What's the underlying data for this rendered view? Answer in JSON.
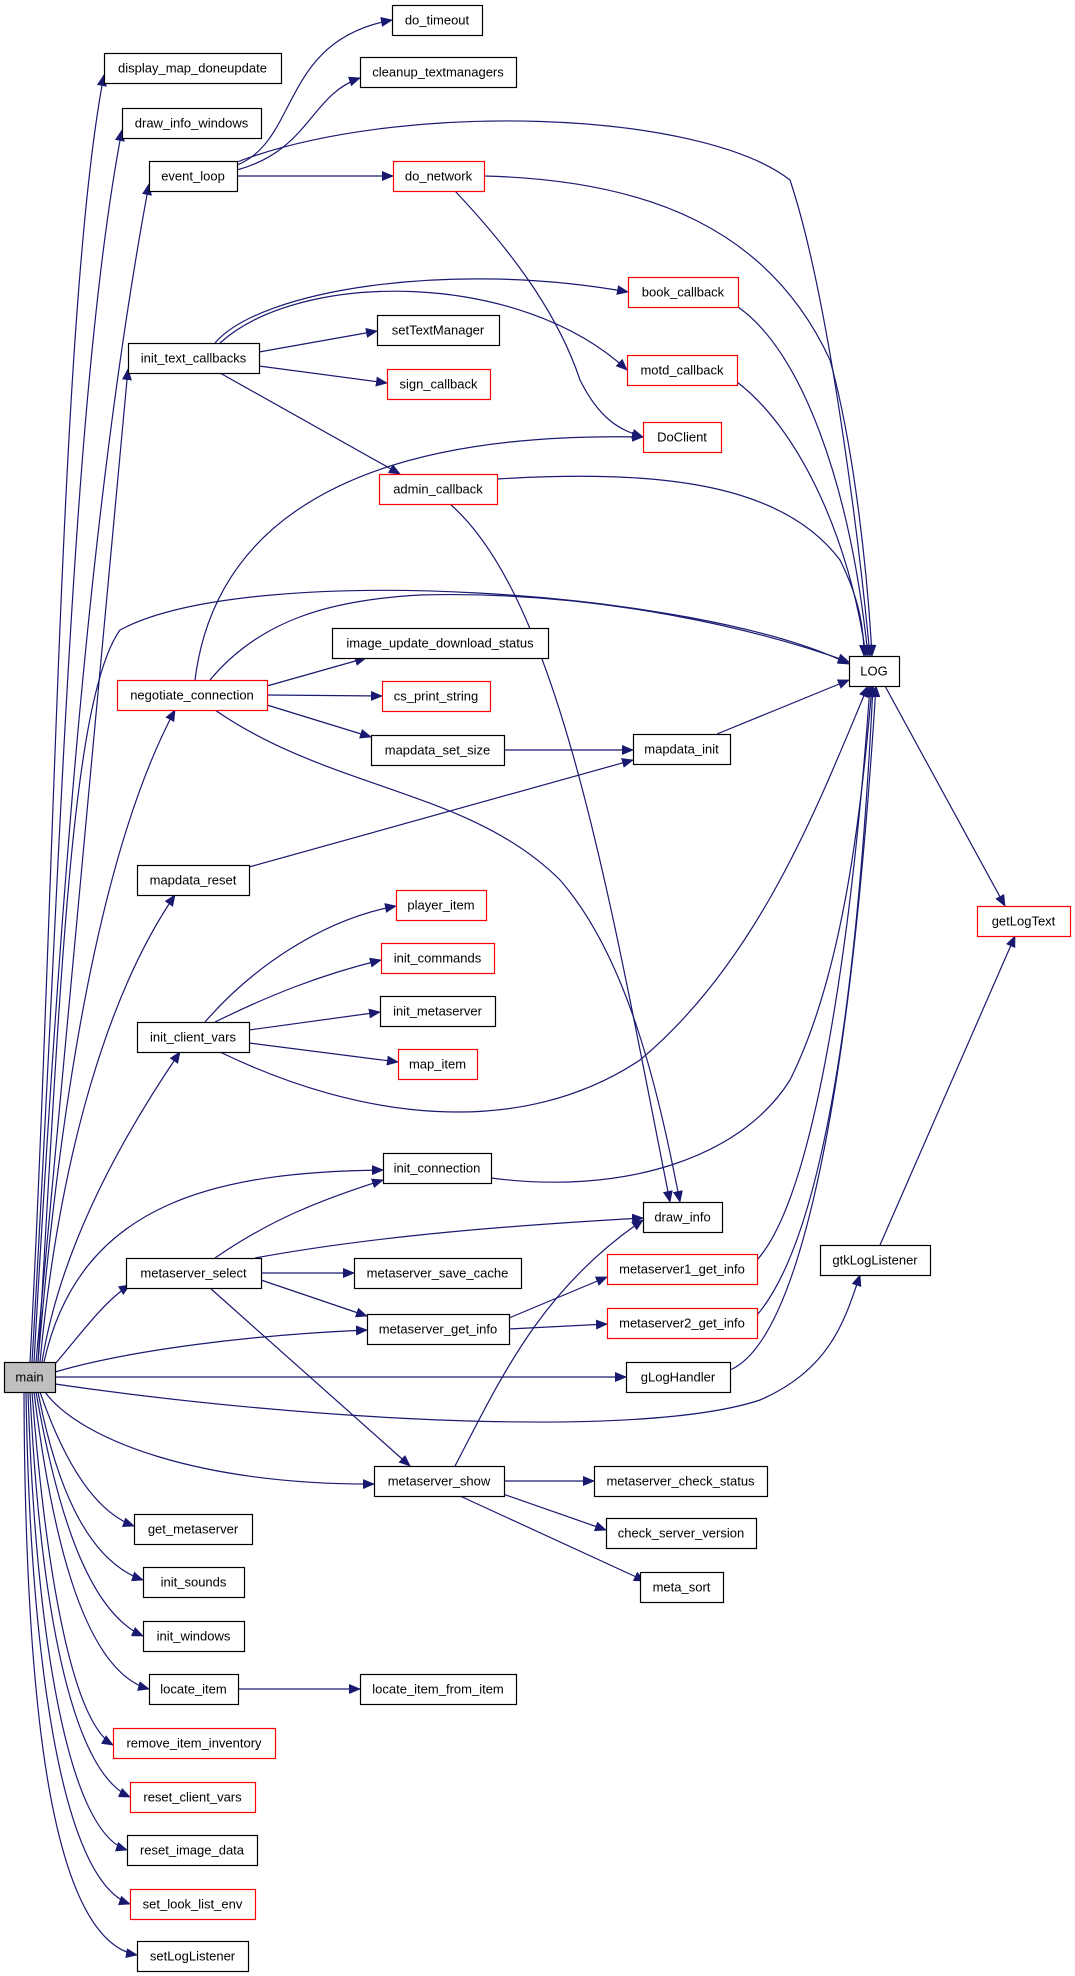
{
  "colors": {
    "edge": "#191970",
    "box_normal": "#000000",
    "box_truncated": "#ff0000",
    "box_root_fill": "#bfbfbf",
    "box_fill": "#ffffff",
    "text": "#000000"
  },
  "nodes": {
    "main": {
      "label": "main",
      "style": "root"
    },
    "display_map_doneupdate": {
      "label": "display_map_doneupdate",
      "style": "normal"
    },
    "draw_info_windows": {
      "label": "draw_info_windows",
      "style": "normal"
    },
    "event_loop": {
      "label": "event_loop",
      "style": "normal"
    },
    "do_timeout": {
      "label": "do_timeout",
      "style": "normal"
    },
    "cleanup_textmanagers": {
      "label": "cleanup_textmanagers",
      "style": "normal"
    },
    "do_network": {
      "label": "do_network",
      "style": "truncated"
    },
    "book_callback": {
      "label": "book_callback",
      "style": "truncated"
    },
    "init_text_callbacks": {
      "label": "init_text_callbacks",
      "style": "normal"
    },
    "setTextManager": {
      "label": "setTextManager",
      "style": "normal"
    },
    "motd_callback": {
      "label": "motd_callback",
      "style": "truncated"
    },
    "sign_callback": {
      "label": "sign_callback",
      "style": "truncated"
    },
    "DoClient": {
      "label": "DoClient",
      "style": "truncated"
    },
    "admin_callback": {
      "label": "admin_callback",
      "style": "truncated"
    },
    "image_update_download_status": {
      "label": "image_update_download_status",
      "style": "normal"
    },
    "LOG": {
      "label": "LOG",
      "style": "normal"
    },
    "negotiate_connection": {
      "label": "negotiate_connection",
      "style": "truncated"
    },
    "cs_print_string": {
      "label": "cs_print_string",
      "style": "truncated"
    },
    "mapdata_set_size": {
      "label": "mapdata_set_size",
      "style": "normal"
    },
    "mapdata_init": {
      "label": "mapdata_init",
      "style": "normal"
    },
    "mapdata_reset": {
      "label": "mapdata_reset",
      "style": "normal"
    },
    "getLogText": {
      "label": "getLogText",
      "style": "truncated"
    },
    "player_item": {
      "label": "player_item",
      "style": "truncated"
    },
    "init_commands": {
      "label": "init_commands",
      "style": "truncated"
    },
    "init_metaserver": {
      "label": "init_metaserver",
      "style": "normal"
    },
    "init_client_vars": {
      "label": "init_client_vars",
      "style": "normal"
    },
    "map_item": {
      "label": "map_item",
      "style": "truncated"
    },
    "init_connection": {
      "label": "init_connection",
      "style": "normal"
    },
    "draw_info": {
      "label": "draw_info",
      "style": "normal"
    },
    "gtkLogListener": {
      "label": "gtkLogListener",
      "style": "normal"
    },
    "metaserver_select": {
      "label": "metaserver_select",
      "style": "normal"
    },
    "metaserver_save_cache": {
      "label": "metaserver_save_cache",
      "style": "normal"
    },
    "metaserver1_get_info": {
      "label": "metaserver1_get_info",
      "style": "truncated"
    },
    "metaserver_get_info": {
      "label": "metaserver_get_info",
      "style": "normal"
    },
    "metaserver2_get_info": {
      "label": "metaserver2_get_info",
      "style": "truncated"
    },
    "gLogHandler": {
      "label": "gLogHandler",
      "style": "normal"
    },
    "metaserver_show": {
      "label": "metaserver_show",
      "style": "normal"
    },
    "metaserver_check_status": {
      "label": "metaserver_check_status",
      "style": "normal"
    },
    "check_server_version": {
      "label": "check_server_version",
      "style": "normal"
    },
    "get_metaserver": {
      "label": "get_metaserver",
      "style": "normal"
    },
    "meta_sort": {
      "label": "meta_sort",
      "style": "normal"
    },
    "init_sounds": {
      "label": "init_sounds",
      "style": "normal"
    },
    "init_windows": {
      "label": "init_windows",
      "style": "normal"
    },
    "locate_item": {
      "label": "locate_item",
      "style": "normal"
    },
    "locate_item_from_item": {
      "label": "locate_item_from_item",
      "style": "normal"
    },
    "remove_item_inventory": {
      "label": "remove_item_inventory",
      "style": "truncated"
    },
    "reset_client_vars": {
      "label": "reset_client_vars",
      "style": "truncated"
    },
    "reset_image_data": {
      "label": "reset_image_data",
      "style": "normal"
    },
    "set_look_list_env": {
      "label": "set_look_list_env",
      "style": "truncated"
    },
    "setLogListener": {
      "label": "setLogListener",
      "style": "normal"
    }
  },
  "edges": [
    [
      "main",
      "display_map_doneupdate"
    ],
    [
      "main",
      "draw_info_windows"
    ],
    [
      "main",
      "event_loop"
    ],
    [
      "main",
      "init_text_callbacks"
    ],
    [
      "main",
      "LOG"
    ],
    [
      "main",
      "negotiate_connection"
    ],
    [
      "main",
      "mapdata_reset"
    ],
    [
      "main",
      "init_client_vars"
    ],
    [
      "main",
      "init_connection"
    ],
    [
      "main",
      "metaserver_select"
    ],
    [
      "main",
      "metaserver_get_info"
    ],
    [
      "main",
      "gLogHandler"
    ],
    [
      "main",
      "gtkLogListener"
    ],
    [
      "main",
      "metaserver_show"
    ],
    [
      "main",
      "get_metaserver"
    ],
    [
      "main",
      "init_sounds"
    ],
    [
      "main",
      "init_windows"
    ],
    [
      "main",
      "locate_item"
    ],
    [
      "main",
      "remove_item_inventory"
    ],
    [
      "main",
      "reset_client_vars"
    ],
    [
      "main",
      "reset_image_data"
    ],
    [
      "main",
      "set_look_list_env"
    ],
    [
      "main",
      "setLogListener"
    ],
    [
      "event_loop",
      "do_timeout"
    ],
    [
      "event_loop",
      "cleanup_textmanagers"
    ],
    [
      "event_loop",
      "do_network"
    ],
    [
      "event_loop",
      "LOG"
    ],
    [
      "do_network",
      "LOG"
    ],
    [
      "do_network",
      "DoClient"
    ],
    [
      "init_text_callbacks",
      "book_callback"
    ],
    [
      "init_text_callbacks",
      "motd_callback"
    ],
    [
      "init_text_callbacks",
      "setTextManager"
    ],
    [
      "init_text_callbacks",
      "sign_callback"
    ],
    [
      "init_text_callbacks",
      "admin_callback"
    ],
    [
      "book_callback",
      "LOG"
    ],
    [
      "motd_callback",
      "LOG"
    ],
    [
      "admin_callback",
      "LOG"
    ],
    [
      "admin_callback",
      "draw_info"
    ],
    [
      "negotiate_connection",
      "DoClient"
    ],
    [
      "negotiate_connection",
      "LOG"
    ],
    [
      "negotiate_connection",
      "image_update_download_status"
    ],
    [
      "negotiate_connection",
      "cs_print_string"
    ],
    [
      "negotiate_connection",
      "mapdata_set_size"
    ],
    [
      "negotiate_connection",
      "draw_info"
    ],
    [
      "mapdata_set_size",
      "mapdata_init"
    ],
    [
      "mapdata_init",
      "LOG"
    ],
    [
      "mapdata_reset",
      "mapdata_init"
    ],
    [
      "LOG",
      "getLogText"
    ],
    [
      "init_client_vars",
      "player_item"
    ],
    [
      "init_client_vars",
      "init_commands"
    ],
    [
      "init_client_vars",
      "init_metaserver"
    ],
    [
      "init_client_vars",
      "map_item"
    ],
    [
      "init_client_vars",
      "LOG"
    ],
    [
      "init_connection",
      "LOG"
    ],
    [
      "metaserver_select",
      "init_connection"
    ],
    [
      "metaserver_select",
      "draw_info"
    ],
    [
      "metaserver_select",
      "metaserver_save_cache"
    ],
    [
      "metaserver_select",
      "metaserver_get_info"
    ],
    [
      "metaserver_select",
      "metaserver_show"
    ],
    [
      "metaserver_get_info",
      "metaserver1_get_info"
    ],
    [
      "metaserver_get_info",
      "metaserver2_get_info"
    ],
    [
      "metaserver1_get_info",
      "LOG"
    ],
    [
      "metaserver2_get_info",
      "LOG"
    ],
    [
      "gLogHandler",
      "LOG"
    ],
    [
      "gtkLogListener",
      "getLogText"
    ],
    [
      "metaserver_show",
      "draw_info"
    ],
    [
      "metaserver_show",
      "metaserver_check_status"
    ],
    [
      "metaserver_show",
      "check_server_version"
    ],
    [
      "metaserver_show",
      "meta_sort"
    ],
    [
      "locate_item",
      "locate_item_from_item"
    ]
  ]
}
